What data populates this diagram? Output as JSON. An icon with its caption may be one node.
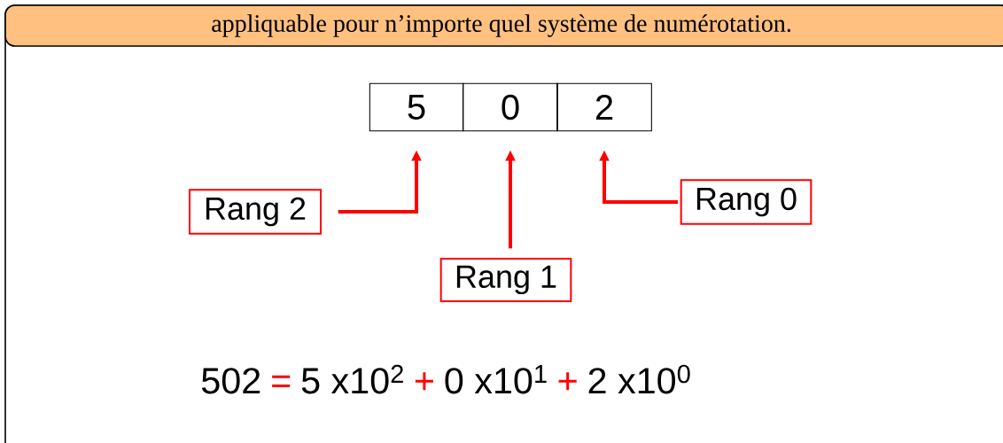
{
  "diagram": {
    "nodes": [
      {
        "text": [
          "appliquable pour n’importe quel système de numérotation."
        ]
      },
      {
        "text": [
          "5"
        ],
        "in": 0
      },
      {
        "text": [
          "0"
        ],
        "in": 0
      },
      {
        "text": [
          "2"
        ],
        "in": 0
      },
      {
        "text": [
          "Rang 2"
        ],
        "in": 0
      },
      {
        "text": [
          "Rang 1"
        ],
        "in": 0
      },
      {
        "text": [
          "Rang 0"
        ],
        "in": 0
      }
    ],
    "edges": [
      {
        "from": 4,
        "to": 1,
        "arrow": "to"
      },
      {
        "from": 5,
        "to": 2,
        "arrow": "to"
      },
      {
        "from": 6,
        "to": 3,
        "arrow": "to"
      }
    ],
    "labels": [
      "502",
      "=",
      "5 x10$^{2}$",
      "+",
      "0 x10$^{1}$",
      "+",
      "2 x10$^{0}$"
    ]
  }
}
